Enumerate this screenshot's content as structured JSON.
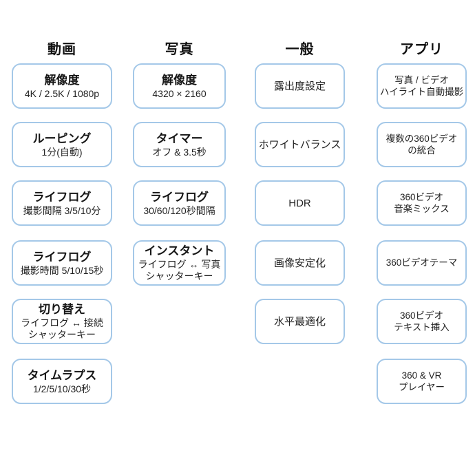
{
  "page": {
    "background": "#ffffff",
    "card_border_color": "#a4c8e8",
    "text_color": "#1c1c1c"
  },
  "columns": [
    {
      "header": "動画",
      "items": [
        {
          "title": "解像度",
          "lines": [
            "4K / 2.5K / 1080p"
          ]
        },
        {
          "title": "ルーピング",
          "lines": [
            "1分(自動)"
          ]
        },
        {
          "title": "ライフログ",
          "lines": [
            "撮影間隔 3/5/10分"
          ]
        },
        {
          "title": "ライフログ",
          "lines": [
            "撮影時間 5/10/15秒"
          ]
        },
        {
          "title": "切り替え",
          "lines": [
            "ライフログ ↔ 接続",
            "シャッターキー"
          ]
        },
        {
          "title": "タイムラプス",
          "lines": [
            "1/2/5/10/30秒"
          ]
        }
      ]
    },
    {
      "header": "写真",
      "items": [
        {
          "title": "解像度",
          "lines": [
            "4320 × 2160"
          ]
        },
        {
          "title": "タイマー",
          "lines": [
            "オフ & 3.5秒"
          ]
        },
        {
          "title": "ライフログ",
          "lines": [
            "30/60/120秒間隔"
          ]
        },
        {
          "title": "インスタント",
          "lines": [
            "ライフログ ↔ 写真",
            "シャッターキー"
          ]
        }
      ]
    },
    {
      "header": "一般",
      "items": [
        {
          "title": "",
          "lines": [
            "露出度設定"
          ]
        },
        {
          "title": "",
          "lines": [
            "ホワイトバランス"
          ]
        },
        {
          "title": "",
          "lines": [
            "HDR"
          ]
        },
        {
          "title": "",
          "lines": [
            "画像安定化"
          ]
        },
        {
          "title": "",
          "lines": [
            "水平最適化"
          ]
        }
      ]
    },
    {
      "header": "アプリ",
      "items": [
        {
          "title": "",
          "lines": [
            "写真 / ビデオ",
            "ハイライト自動撮影"
          ]
        },
        {
          "title": "",
          "lines": [
            "複数の360ビデオ",
            "の統合"
          ]
        },
        {
          "title": "",
          "lines": [
            "360ビデオ",
            "音楽ミックス"
          ]
        },
        {
          "title": "",
          "lines": [
            "360ビデオテーマ"
          ]
        },
        {
          "title": "",
          "lines": [
            "360ビデオ",
            "テキスト挿入"
          ]
        },
        {
          "title": "",
          "lines": [
            "360 & VR",
            "プレイヤー"
          ]
        }
      ]
    }
  ]
}
